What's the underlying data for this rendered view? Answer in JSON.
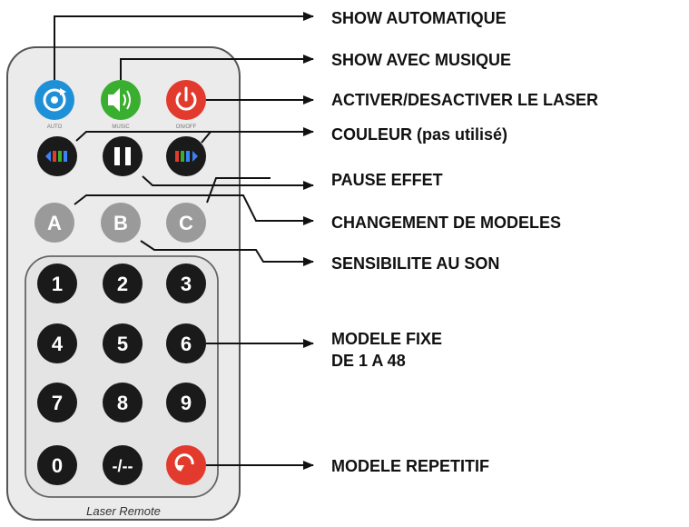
{
  "remote": {
    "brand": "Laser Remote",
    "row1": [
      {
        "id": "auto",
        "sublabel": "AUTO",
        "color": "#1e90d8"
      },
      {
        "id": "music",
        "sublabel": "MUSIC",
        "color": "#3aae2e"
      },
      {
        "id": "power",
        "sublabel": "ON/OFF",
        "color": "#e23b2e"
      }
    ],
    "row3": [
      "A",
      "B",
      "C"
    ],
    "keypad": [
      "1",
      "2",
      "3",
      "4",
      "5",
      "6",
      "7",
      "8",
      "9",
      "0",
      "-/--"
    ]
  },
  "captions": {
    "auto": "SHOW AUTOMATIQUE",
    "music": "SHOW AVEC MUSIQUE",
    "power": "ACTIVER/DESACTIVER LE LASER",
    "color": "COULEUR (pas utilisé)",
    "pause": "PAUSE EFFET",
    "change": "CHANGEMENT DE MODELES",
    "sensitivity": "SENSIBILITE AU SON",
    "fixed_line1": "MODELE FIXE",
    "fixed_line2": "DE 1 A 48",
    "repeat": "MODELE REPETITIF"
  },
  "colors": {
    "dark_button": "#1a1a1a",
    "grey_button": "#9a9a9a",
    "body": "#ebebeb",
    "outline": "#555555"
  }
}
